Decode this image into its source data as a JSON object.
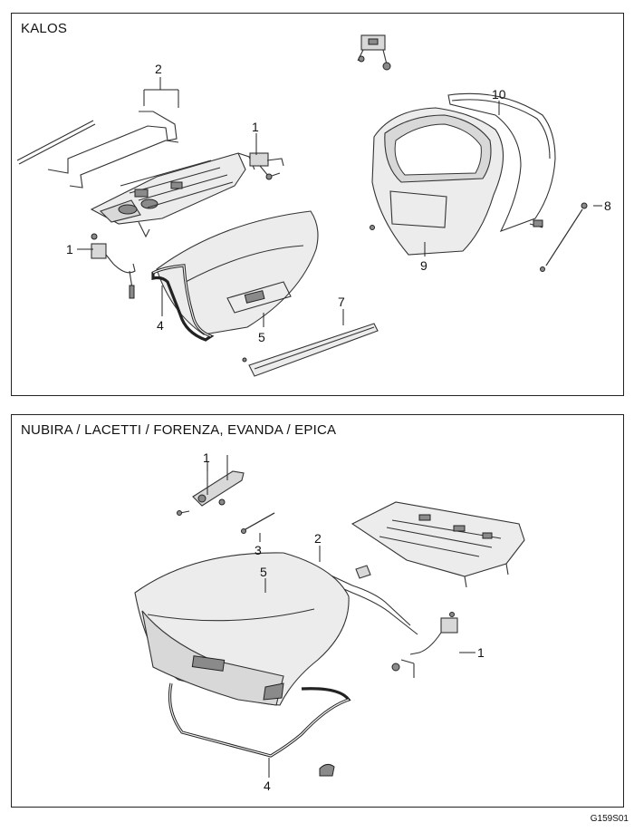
{
  "panels": [
    {
      "title": "KALOS",
      "callouts": [
        "2",
        "1",
        "1",
        "4",
        "5",
        "7",
        "10",
        "8",
        "9"
      ]
    },
    {
      "title": "NUBIRA / LACETTI / FORENZA, EVANDA / EPICA",
      "callouts": [
        "1",
        "3",
        "2",
        "5",
        "1",
        "4"
      ]
    }
  ],
  "figure_code": "G159S01"
}
